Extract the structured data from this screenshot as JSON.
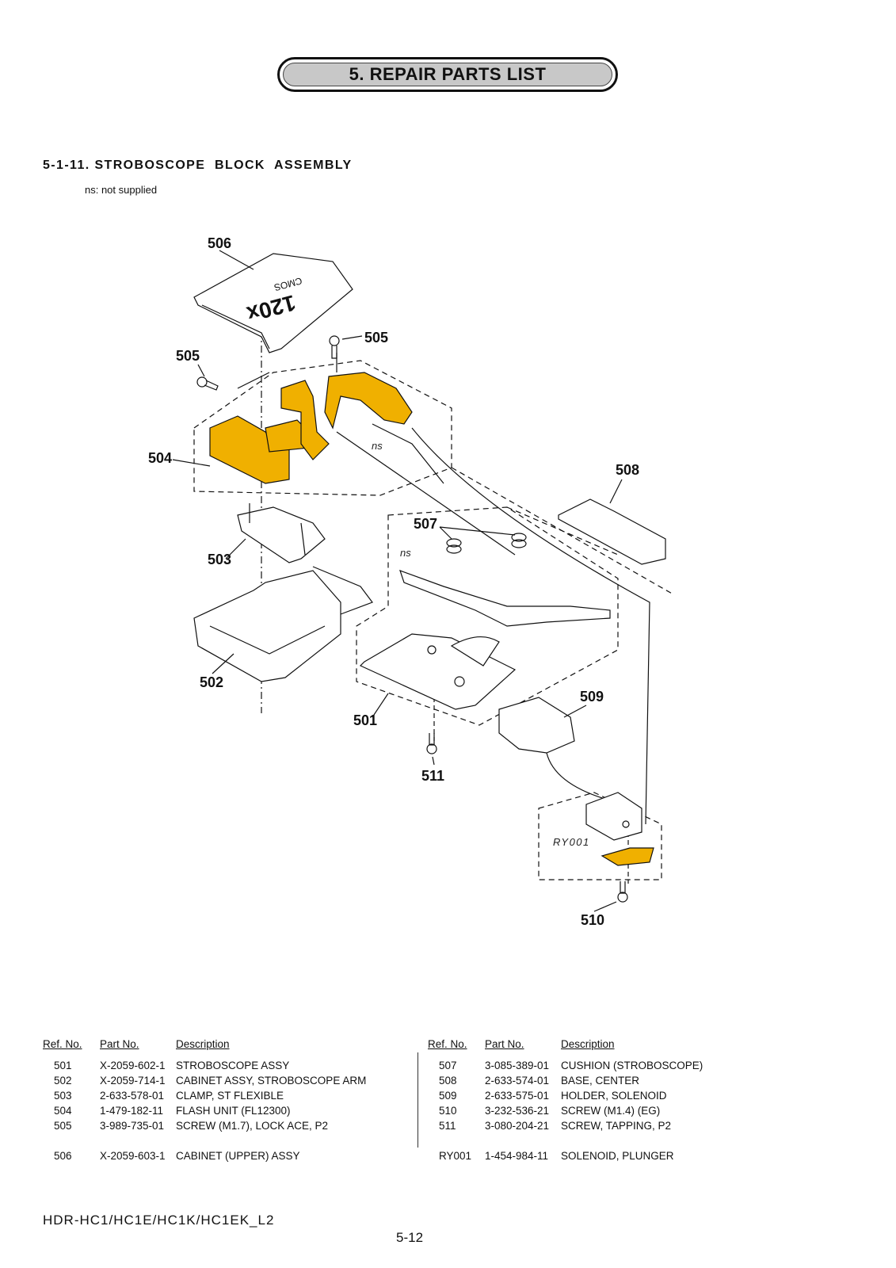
{
  "header": {
    "title": "5. REPAIR PARTS LIST"
  },
  "section": {
    "title": "5-1-11. STROBOSCOPE  BLOCK  ASSEMBLY",
    "note": "ns: not supplied"
  },
  "diagram": {
    "labels": {
      "l506": "506",
      "l505a": "505",
      "l505b": "505",
      "l504": "504",
      "l508": "508",
      "l507": "507",
      "l503": "503",
      "l502": "502",
      "l509": "509",
      "l501": "501",
      "l511": "511",
      "l510": "510",
      "ns1": "ns",
      "ns2": "ns",
      "ry": "RY001"
    },
    "highlight_color": "#f0b000"
  },
  "table": {
    "headers": {
      "ref": "Ref. No.",
      "part": "Part No.",
      "desc": "Description"
    },
    "left": [
      {
        "ref": "501",
        "part": "X-2059-602-1",
        "desc": "STROBOSCOPE ASSY"
      },
      {
        "ref": "502",
        "part": "X-2059-714-1",
        "desc": "CABINET ASSY, STROBOSCOPE ARM"
      },
      {
        "ref": "503",
        "part": "2-633-578-01",
        "desc": "CLAMP, ST FLEXIBLE"
      },
      {
        "ref": "504",
        "part": "1-479-182-11",
        "desc": "FLASH UNIT (FL12300)"
      },
      {
        "ref": "505",
        "part": "3-989-735-01",
        "desc": "SCREW (M1.7), LOCK ACE, P2"
      },
      {
        "ref": "506",
        "part": "X-2059-603-1",
        "desc": "CABINET (UPPER) ASSY"
      }
    ],
    "right": [
      {
        "ref": "507",
        "part": "3-085-389-01",
        "desc": "CUSHION (STROBOSCOPE)"
      },
      {
        "ref": "508",
        "part": "2-633-574-01",
        "desc": "BASE, CENTER"
      },
      {
        "ref": "509",
        "part": "2-633-575-01",
        "desc": "HOLDER, SOLENOID"
      },
      {
        "ref": "510",
        "part": "3-232-536-21",
        "desc": "SCREW (M1.4) (EG)"
      },
      {
        "ref": "511",
        "part": "3-080-204-21",
        "desc": "SCREW, TAPPING, P2"
      },
      {
        "ref": "RY001",
        "part": "1-454-984-11",
        "desc": "SOLENOID, PLUNGER"
      }
    ]
  },
  "footer": {
    "model": "HDR-HC1/HC1E/HC1K/HC1EK_L2",
    "page": "5-12"
  }
}
